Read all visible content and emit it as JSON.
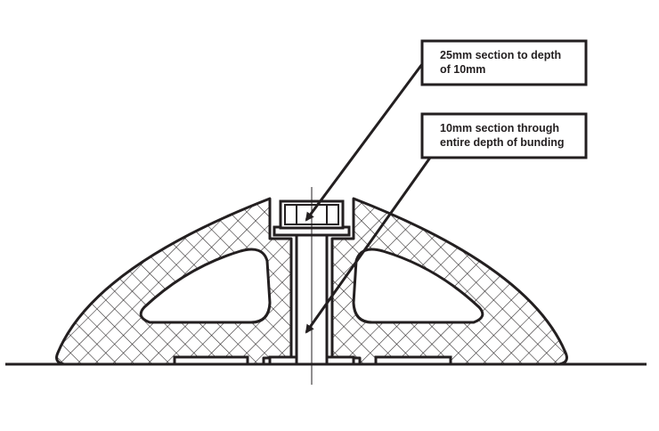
{
  "callouts": [
    {
      "id": "section-25mm",
      "lines": [
        "25mm section to depth",
        "of 10mm"
      ]
    },
    {
      "id": "section-10mm",
      "lines": [
        "10mm section through",
        "entire depth of bunding"
      ]
    }
  ],
  "colors": {
    "stroke": "#231f20",
    "hatch": "#231f20",
    "background": "#ffffff"
  }
}
